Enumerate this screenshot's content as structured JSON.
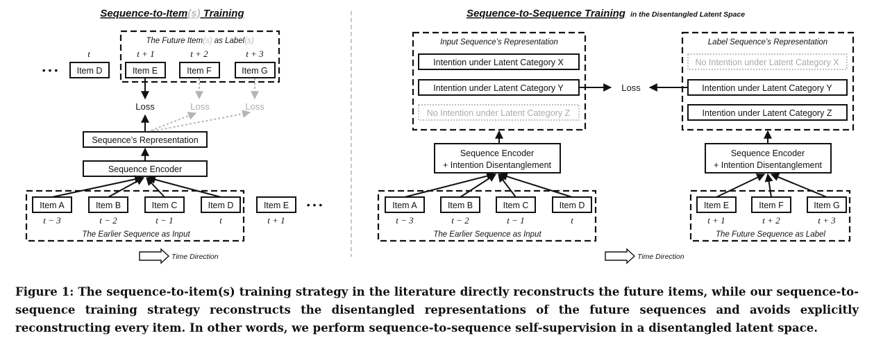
{
  "left": {
    "heading_main": "Sequence-to-Item",
    "heading_paren": "(s)",
    "heading_end": " Training",
    "future_label_a": "The Future Item",
    "future_label_paren": "(s)",
    "future_label_b": " as Label",
    "future_label_paren2": "(s)",
    "dots": "• • •",
    "top_items": [
      "Item D",
      "Item E",
      "Item F",
      "Item G"
    ],
    "top_times": [
      "t",
      "t + 1",
      "t + 2",
      "t + 3"
    ],
    "loss_main": "Loss",
    "loss_faded": [
      "Loss",
      "Loss"
    ],
    "representation": "Sequence’s Representation",
    "encoder": "Sequence Encoder",
    "input_items": [
      "Item A",
      "Item B",
      "Item C",
      "Item D"
    ],
    "input_times": [
      "t − 3",
      "t − 2",
      "t − 1",
      "t"
    ],
    "input_label": "The Earlier Sequence as Input",
    "next_item": "Item E",
    "next_time": "t + 1",
    "time_direction": "Time Direction"
  },
  "right": {
    "heading": "Sequence-to-Sequence Training",
    "heading_sub": "in the Disentangled Latent Space",
    "input_rep_title": "Input Sequence’s Representation",
    "input_rep_rows": [
      "Intention under Latent Category X",
      "Intention under Latent Category Y",
      "No Intention under Latent Category Z"
    ],
    "label_rep_title": "Label Sequence’s Representation",
    "label_rep_rows": [
      "No Intention under Latent Category X",
      "Intention under Latent Category Y",
      "Intention under Latent Category Z"
    ],
    "loss": "Loss",
    "encoder_line1": "Sequence Encoder",
    "encoder_line2": "+ Intention Disentanglement",
    "input_items": [
      "Item A",
      "Item B",
      "Item C",
      "Item D"
    ],
    "input_times": [
      "t − 3",
      "t − 2",
      "t − 1",
      "t"
    ],
    "input_label": "The Earlier Sequence as Input",
    "label_items": [
      "Item E",
      "Item F",
      "Item G"
    ],
    "label_times": [
      "t + 1",
      "t + 2",
      "t + 3"
    ],
    "label_label": "The Future Sequence as Label",
    "time_direction": "Time Direction"
  },
  "caption": "Figure 1: The sequence-to-item(s) training strategy in the literature directly reconstructs the future items, while our sequence-to-sequence training strategy reconstructs the disentangled representations of the future sequences and avoids explicitly reconstructing every item. In other words, we perform sequence-to-sequence self-supervision in a disentangled latent space."
}
